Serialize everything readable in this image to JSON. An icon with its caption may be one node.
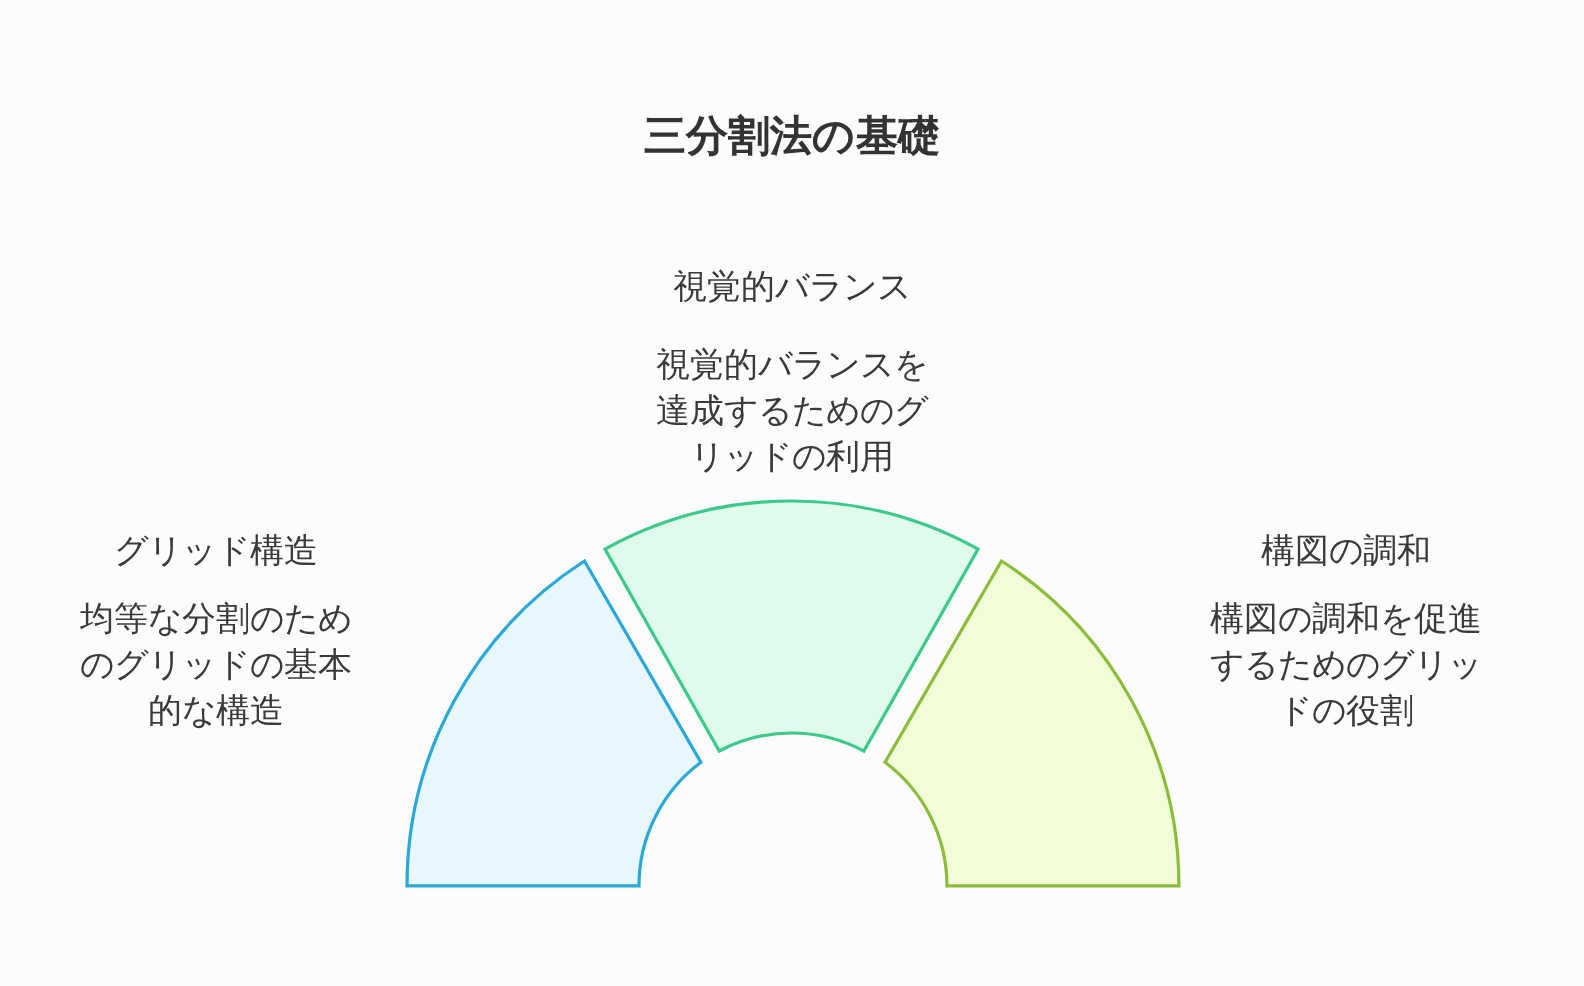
{
  "diagram": {
    "title": "三分割法の基礎",
    "nodes": [
      {
        "text": [
          "グリッド構造",
          "均等な分割のためのグリッドの基本的な構造"
        ]
      },
      {
        "text": [
          "視覚的バランス",
          "視覚的バランスを達成するためのグリッドの利用"
        ]
      },
      {
        "text": [
          "構図の調和",
          "構図の調和を促進するためのグリッドの役割"
        ]
      }
    ]
  }
}
